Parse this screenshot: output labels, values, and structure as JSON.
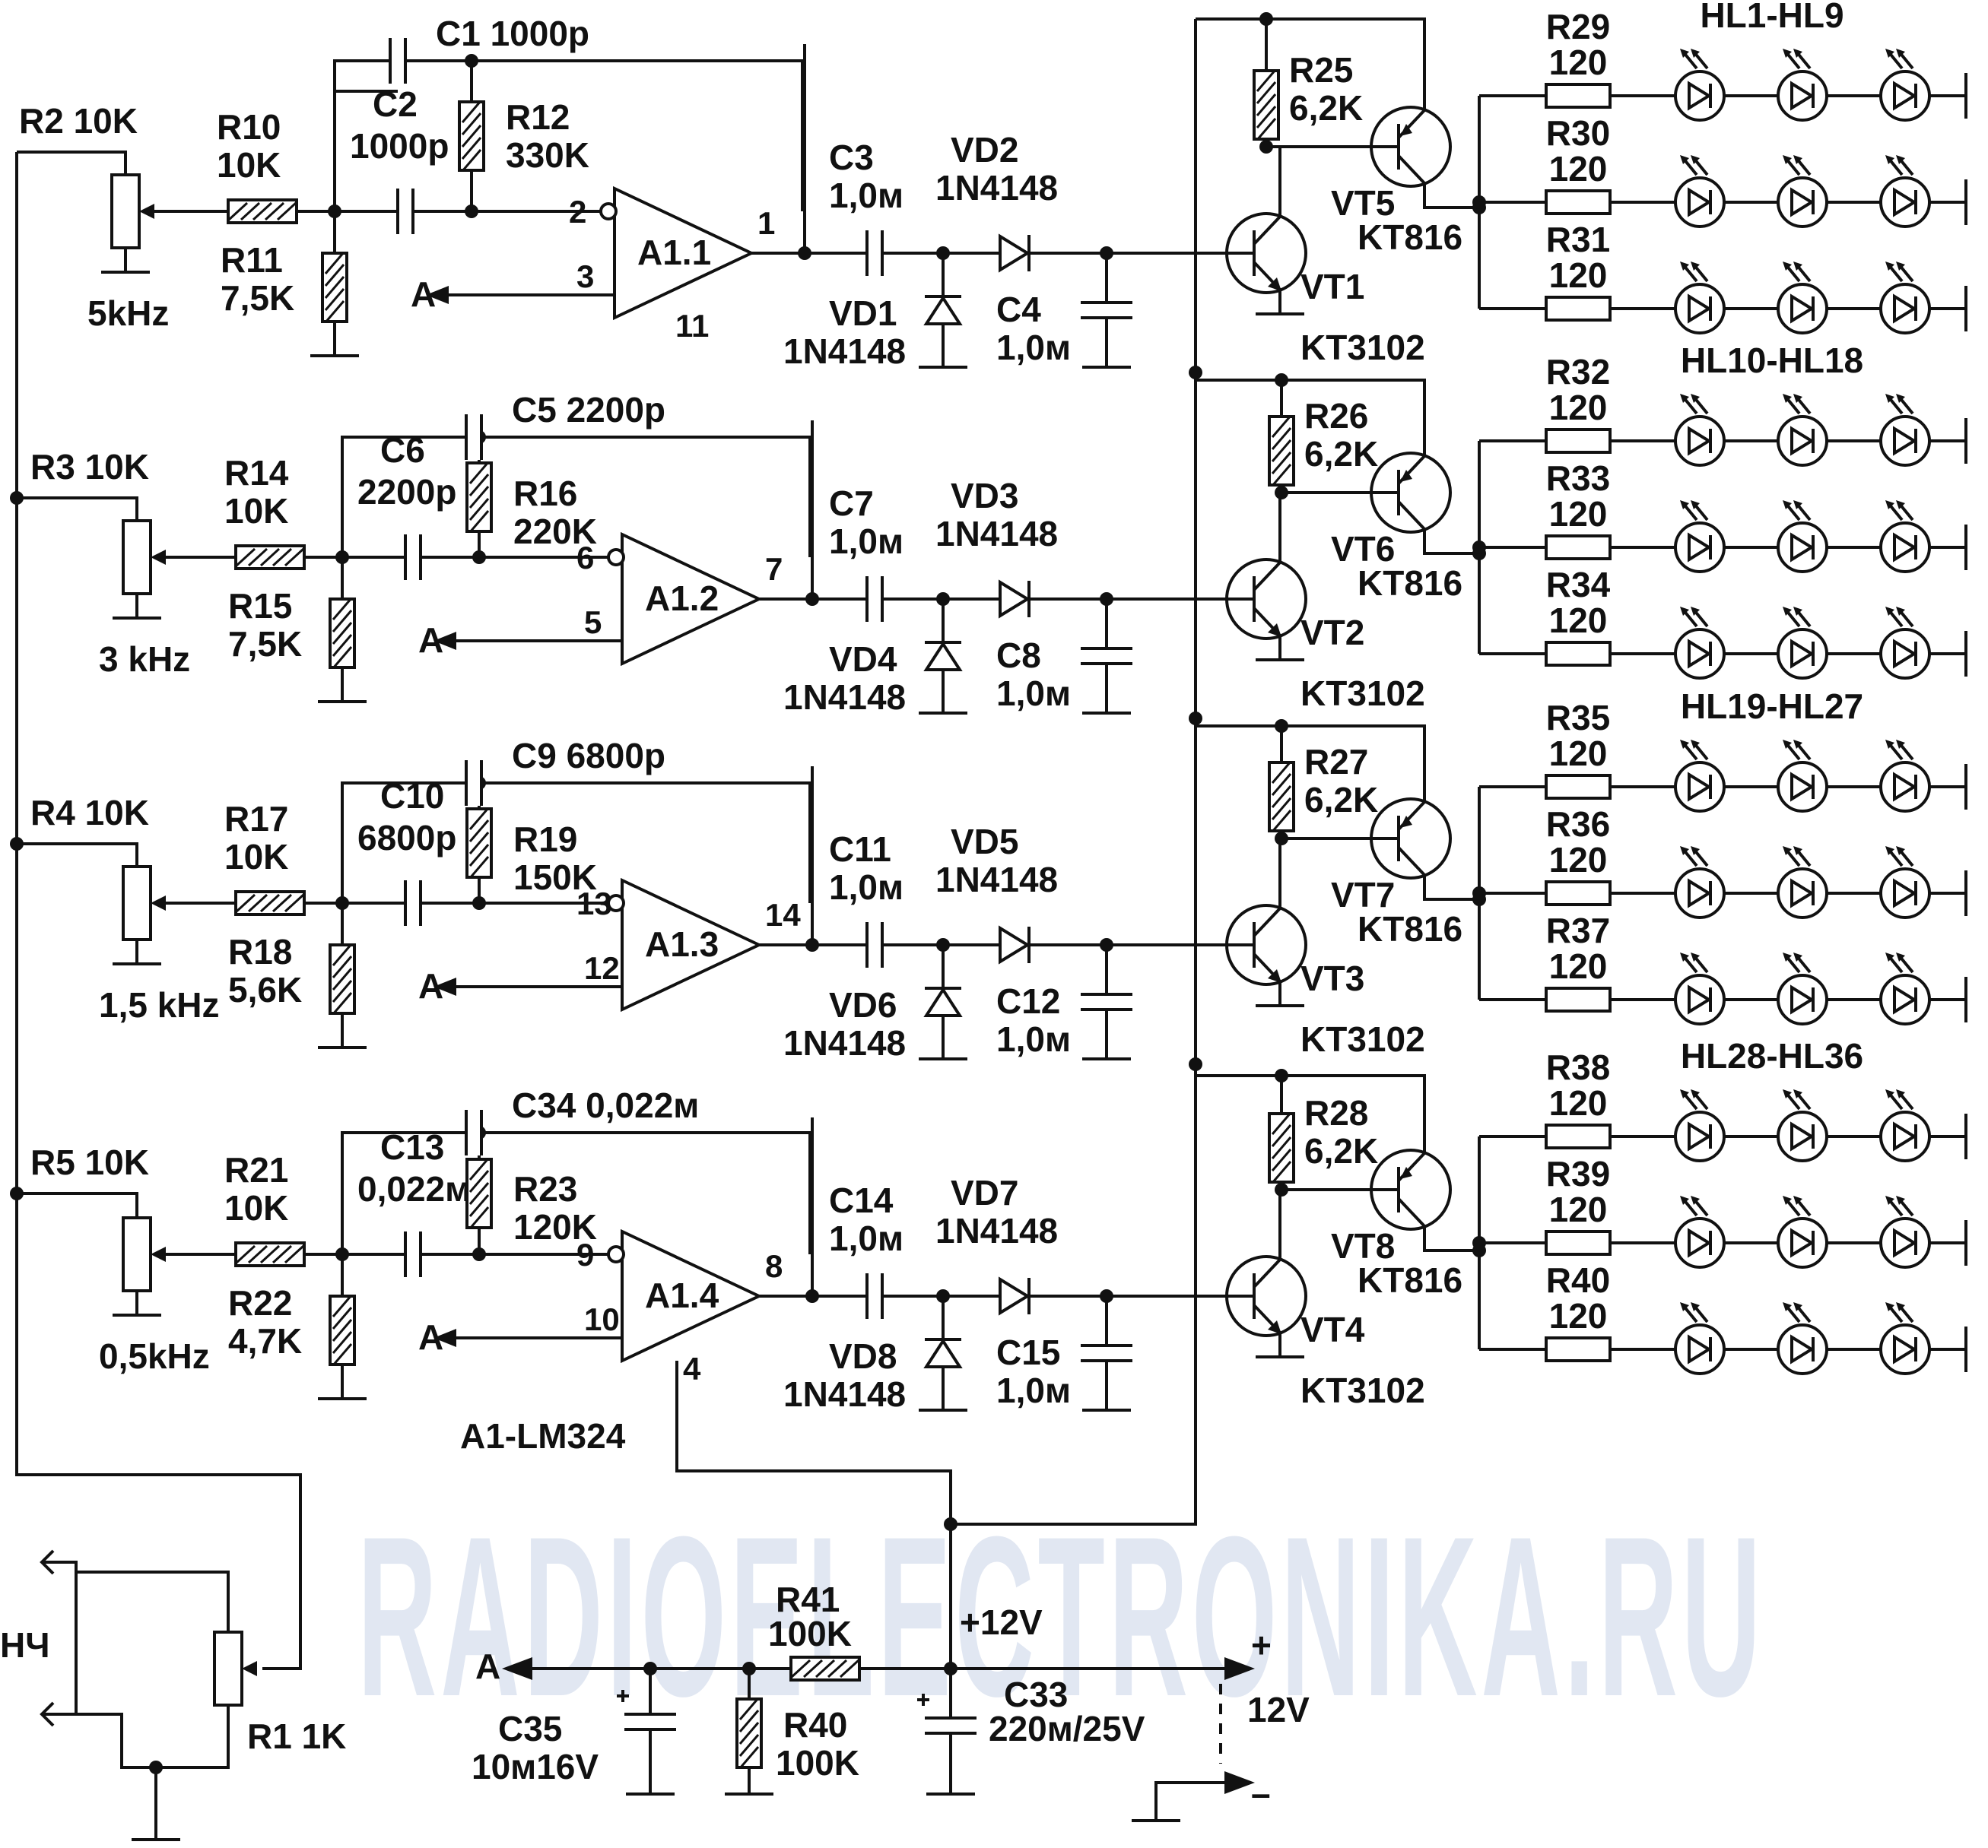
{
  "watermark": "RADIOELECTRONIKA.RU",
  "chip": "A1-LM324",
  "input": {
    "label": "НЧ",
    "pot": "R1 1K"
  },
  "supply": {
    "rail": "+12V",
    "plus": "+",
    "volts": "12V",
    "minus": "–"
  },
  "bias": {
    "net": "A",
    "r41": [
      "R41",
      "100K"
    ],
    "r40": [
      "R40",
      "100K"
    ],
    "c35": [
      "C35",
      "10м16V"
    ],
    "c33": [
      "C33",
      "220м/25V"
    ]
  },
  "channels": [
    {
      "pot": "R2 10K",
      "freq": "5kHz",
      "rin": [
        "R10",
        "10K"
      ],
      "rgnd": [
        "R11",
        "7,5K"
      ],
      "cfb": "C1 1000p",
      "cin": [
        "C2",
        "1000p"
      ],
      "rfb": [
        "R12",
        "330K"
      ],
      "amp": "A1.1",
      "pin_inv": "2",
      "pin_ref": "3",
      "pin_out": "1",
      "pin_extra": "11",
      "cc": [
        "C3",
        "1,0м"
      ],
      "vd_series": [
        "VD2",
        "1N4148"
      ],
      "vd_shunt": [
        "VD1",
        "1N4148"
      ],
      "cf": [
        "C4",
        "1,0м"
      ],
      "rb": [
        "R25",
        "6,2K"
      ],
      "vt_npn": [
        "VT1",
        "KT3102"
      ],
      "vt_pnp": [
        "VT5",
        "KT816"
      ],
      "leds": "HL1-HL9",
      "rows": [
        [
          "R29",
          "120"
        ],
        [
          "R30",
          "120"
        ],
        [
          "R31",
          "120"
        ]
      ]
    },
    {
      "pot": "R3 10K",
      "freq": "3 kHz",
      "rin": [
        "R14",
        "10K"
      ],
      "rgnd": [
        "R15",
        "7,5K"
      ],
      "cfb": "C5 2200p",
      "cin": [
        "C6",
        "2200p"
      ],
      "rfb": [
        "R16",
        "220K"
      ],
      "amp": "A1.2",
      "pin_inv": "6",
      "pin_ref": "5",
      "pin_out": "7",
      "pin_extra": "",
      "cc": [
        "C7",
        "1,0м"
      ],
      "vd_series": [
        "VD3",
        "1N4148"
      ],
      "vd_shunt": [
        "VD4",
        "1N4148"
      ],
      "cf": [
        "C8",
        "1,0м"
      ],
      "rb": [
        "R26",
        "6,2K"
      ],
      "vt_npn": [
        "VT2",
        "KT3102"
      ],
      "vt_pnp": [
        "VT6",
        "KT816"
      ],
      "leds": "HL10-HL18",
      "rows": [
        [
          "R32",
          "120"
        ],
        [
          "R33",
          "120"
        ],
        [
          "R34",
          "120"
        ]
      ]
    },
    {
      "pot": "R4 10K",
      "freq": "1,5 kHz",
      "rin": [
        "R17",
        "10K"
      ],
      "rgnd": [
        "R18",
        "5,6K"
      ],
      "cfb": "C9 6800p",
      "cin": [
        "C10",
        "6800p"
      ],
      "rfb": [
        "R19",
        "150K"
      ],
      "amp": "A1.3",
      "pin_inv": "13",
      "pin_ref": "12",
      "pin_out": "14",
      "pin_extra": "",
      "cc": [
        "C11",
        "1,0м"
      ],
      "vd_series": [
        "VD5",
        "1N4148"
      ],
      "vd_shunt": [
        "VD6",
        "1N4148"
      ],
      "cf": [
        "C12",
        "1,0м"
      ],
      "rb": [
        "R27",
        "6,2K"
      ],
      "vt_npn": [
        "VT3",
        "KT3102"
      ],
      "vt_pnp": [
        "VT7",
        "KT816"
      ],
      "leds": "HL19-HL27",
      "rows": [
        [
          "R35",
          "120"
        ],
        [
          "R36",
          "120"
        ],
        [
          "R37",
          "120"
        ]
      ]
    },
    {
      "pot": "R5 10K",
      "freq": "0,5kHz",
      "rin": [
        "R21",
        "10K"
      ],
      "rgnd": [
        "R22",
        "4,7K"
      ],
      "cfb": "C34 0,022м",
      "cin": [
        "C13",
        "0,022м"
      ],
      "rfb": [
        "R23",
        "120K"
      ],
      "amp": "A1.4",
      "pin_inv": "9",
      "pin_ref": "10",
      "pin_out": "8",
      "pin_extra": "4",
      "cc": [
        "C14",
        "1,0м"
      ],
      "vd_series": [
        "VD7",
        "1N4148"
      ],
      "vd_shunt": [
        "VD8",
        "1N4148"
      ],
      "cf": [
        "C15",
        "1,0м"
      ],
      "rb": [
        "R28",
        "6,2K"
      ],
      "vt_npn": [
        "VT4",
        "KT3102"
      ],
      "vt_pnp": [
        "VT8",
        "KT816"
      ],
      "leds": "HL28-HL36",
      "rows": [
        [
          "R38",
          "120"
        ],
        [
          "R39",
          "120"
        ],
        [
          "R40",
          "120"
        ]
      ]
    }
  ]
}
